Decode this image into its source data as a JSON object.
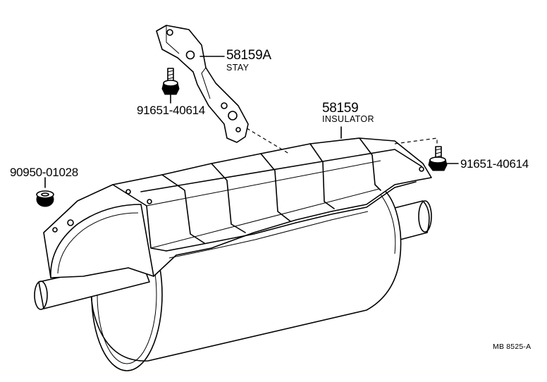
{
  "parts": {
    "stay": {
      "part_no": "58159A",
      "name": "STAY"
    },
    "insulator": {
      "part_no": "58159",
      "name": "INSULATOR"
    },
    "bolt_left": {
      "part_no": "91651-40614"
    },
    "bolt_right": {
      "part_no": "91651-40614"
    },
    "grommet": {
      "part_no": "90950-01028"
    }
  },
  "figure_ref": "MB  8525-A"
}
